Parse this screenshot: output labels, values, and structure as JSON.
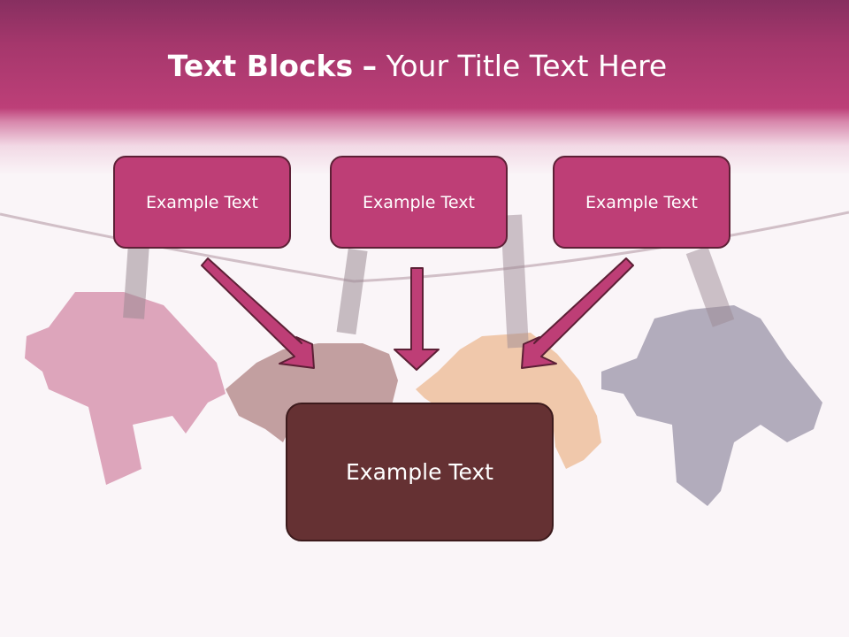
{
  "slide": {
    "title_bold": "Text Blocks",
    "title_dash": "–",
    "title_rest": "Your Title Text Here"
  },
  "blocks": [
    {
      "label": "Example Text"
    },
    {
      "label": "Example Text"
    },
    {
      "label": "Example Text"
    }
  ],
  "main_block": {
    "label": "Example Text"
  },
  "colors": {
    "header": "#bd3f78",
    "block": "#be3e76",
    "block_border": "#5d2036",
    "main_block": "#653133",
    "arrow": "#be3e76"
  }
}
